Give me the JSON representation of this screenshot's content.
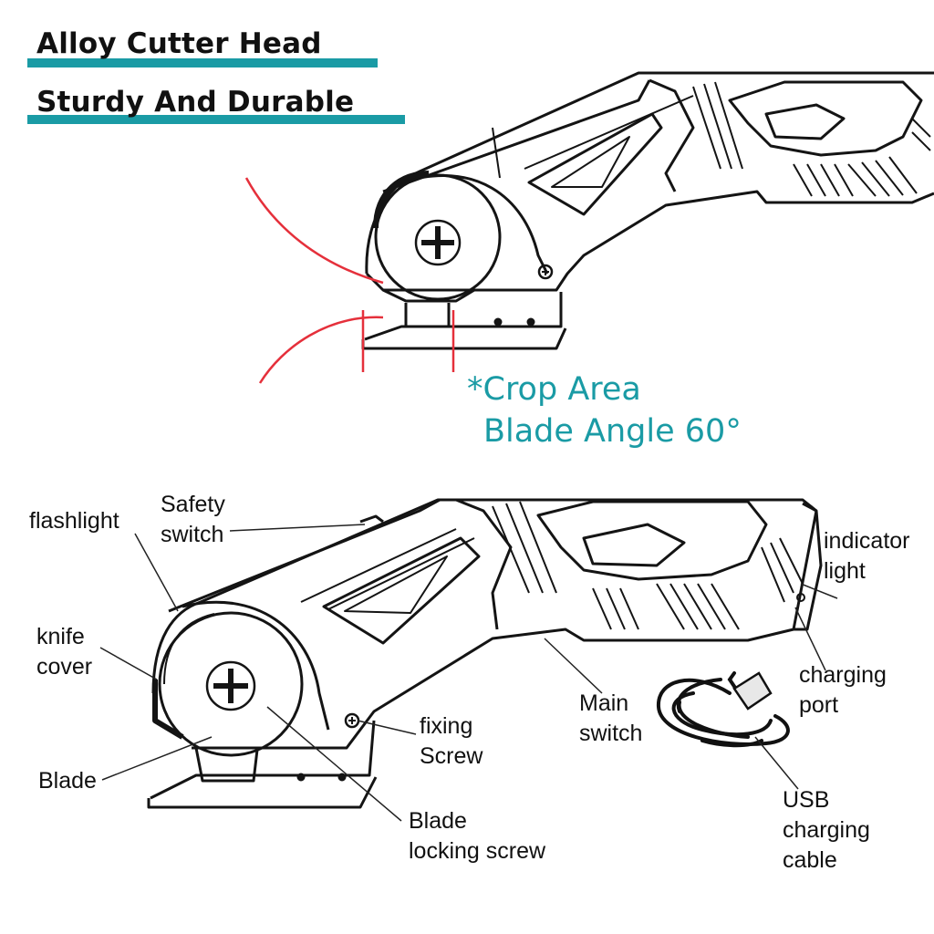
{
  "colors": {
    "accent": "#1a9ba5",
    "red": "#e5303b",
    "ink": "#141414"
  },
  "headline": {
    "line1": "Alloy Cutter Head",
    "line2": "Sturdy And Durable"
  },
  "callout": {
    "line1": "*Crop Area",
    "line2": "Blade Angle 60°"
  },
  "labels": {
    "flashlight": "flashlight",
    "safety_switch": "Safety\nswitch",
    "knife_cover": "knife\ncover",
    "blade": "Blade",
    "fixing_screw": "fixing\nScrew",
    "blade_locking_screw": "Blade\nlocking screw",
    "main_switch": "Main\nswitch",
    "indicator_light": "indicator\nlight",
    "charging_port": "charging\nport",
    "usb_cable": "USB\ncharging\ncable"
  }
}
